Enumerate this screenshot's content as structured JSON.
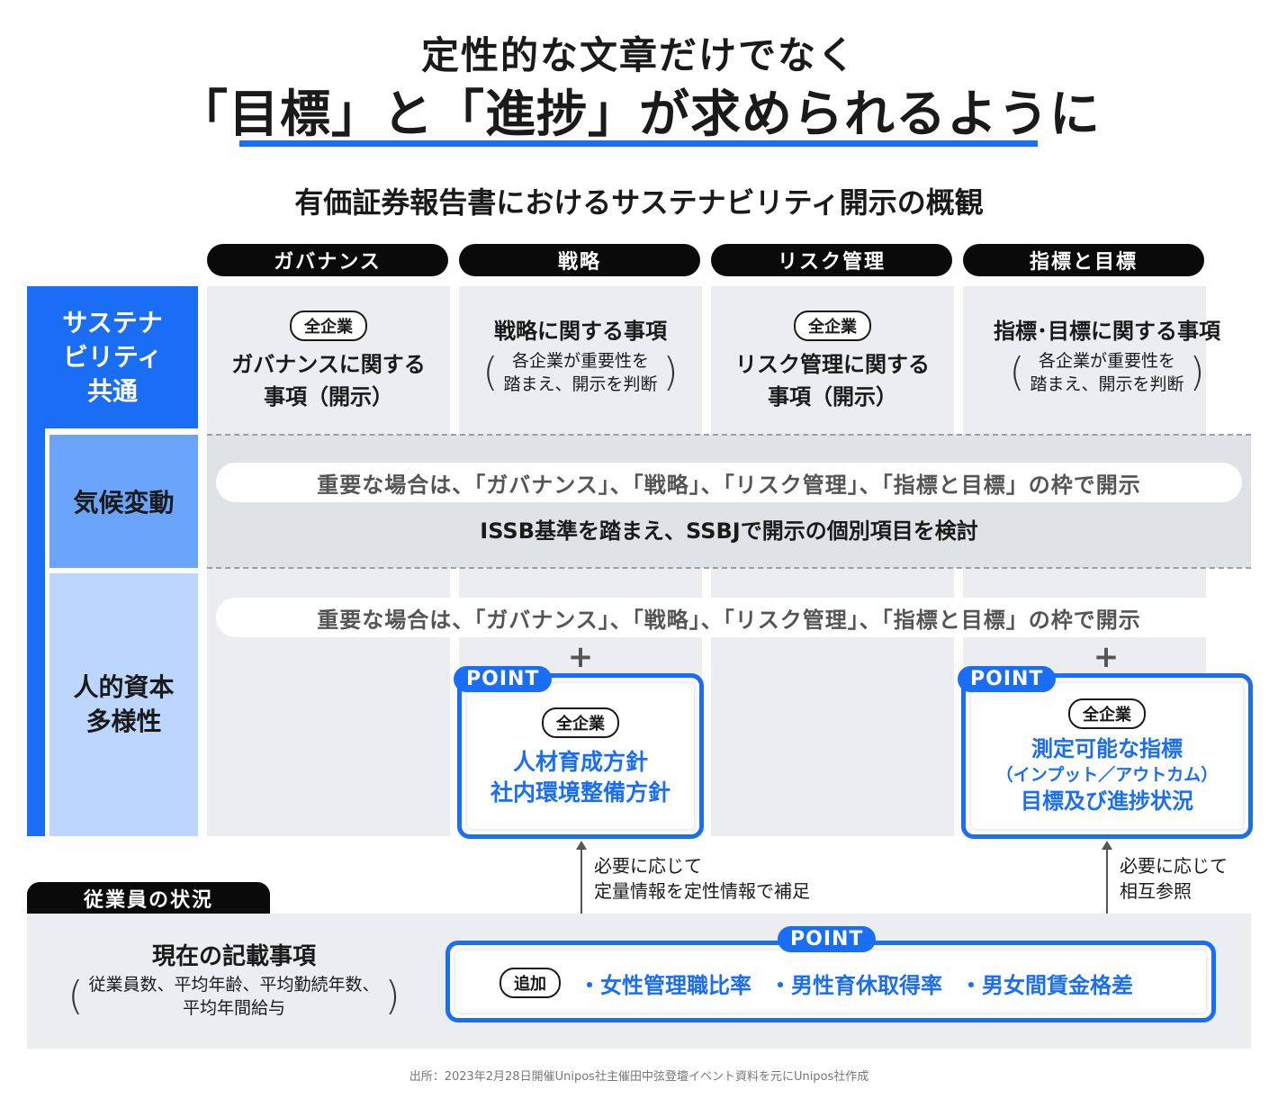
{
  "header": {
    "line1": "定性的な文章だけでなく",
    "line2": "「目標」と「進捗」が求められるように",
    "accent_color": "#1a6ef5"
  },
  "subtitle": "有価証券報告書におけるサステナビリティ開示の概観",
  "columns": [
    "ガバナンス",
    "戦略",
    "リスク管理",
    "指標と目標"
  ],
  "rows": {
    "sustainability": "サステナビリティ共通",
    "sustainability_lines": [
      "サステナ",
      "ビリティ",
      "共通"
    ],
    "climate": "気候変動",
    "human_capital_lines": [
      "人的資本",
      "多様性"
    ]
  },
  "sustainability_cells": {
    "governance": {
      "badge": "全企業",
      "text_lines": [
        "ガバナンスに関する",
        "事項（開示）"
      ]
    },
    "strategy": {
      "title": "戦略に関する事項",
      "note_lines": [
        "各企業が重要性を",
        "踏まえ、開示を判断"
      ]
    },
    "risk": {
      "badge": "全企業",
      "text_lines": [
        "リスク管理に関する",
        "事項（開示）"
      ]
    },
    "metrics": {
      "title": "指標･目標に関する事項",
      "note_lines": [
        "各企業が重要性を",
        "踏まえ、開示を判断"
      ]
    }
  },
  "climate_band": {
    "pill": "重要な場合は、「ガバナンス」、「戦略」、「リスク管理」、「指標と目標」の枠で開示",
    "text": "ISSB基準を踏まえ、SSBJで開示の個別項目を検討"
  },
  "human_band": {
    "pill": "重要な場合は、「ガバナンス」、「戦略」、「リスク管理」、「指標と目標」の枠で開示",
    "plus": "+"
  },
  "point_strategy": {
    "tag": "POINT",
    "badge": "全企業",
    "lines": [
      "人材育成方針",
      "社内環境整備方針"
    ]
  },
  "point_metrics": {
    "tag": "POINT",
    "badge": "全企業",
    "line1": "測定可能な指標",
    "line2": "（インプット／アウトカム）",
    "line3": "目標及び進捗状況"
  },
  "arrow_notes": {
    "left": [
      "必要に応じて",
      "定量情報を定性情報で補足"
    ],
    "right": [
      "必要に応じて",
      "相互参照"
    ]
  },
  "employee": {
    "tab": "従業員の状況",
    "current_title": "現在の記載事項",
    "current_note_lines": [
      "従業員数、平均年齢、平均勤続年数、",
      "平均年間給与"
    ],
    "point_tag": "POINT",
    "add_badge": "追加",
    "items": [
      "・女性管理職比率",
      "・男性育休取得率",
      "・男女間賃金格差"
    ]
  },
  "source": "出所：2023年2月28日開催Unipos社主催田中弦登壇イベント資料を元にUnipos社作成"
}
